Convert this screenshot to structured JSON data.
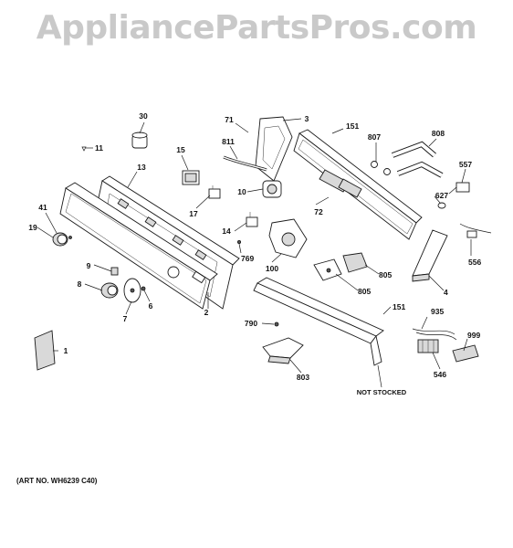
{
  "watermark": "AppliancePartsPros.com",
  "art_number": "(ART NO. WH6239 C40)",
  "callouts": [
    "30",
    "71",
    "3",
    "151",
    "11",
    "811",
    "807",
    "808",
    "15",
    "557",
    "13",
    "10",
    "41",
    "17",
    "72",
    "627",
    "19",
    "14",
    "769",
    "556",
    "9",
    "100",
    "805",
    "8",
    "6",
    "805",
    "4",
    "7",
    "2",
    "151",
    "935",
    "790",
    "999",
    "1",
    "546",
    "803",
    "NOT STOCKED"
  ]
}
